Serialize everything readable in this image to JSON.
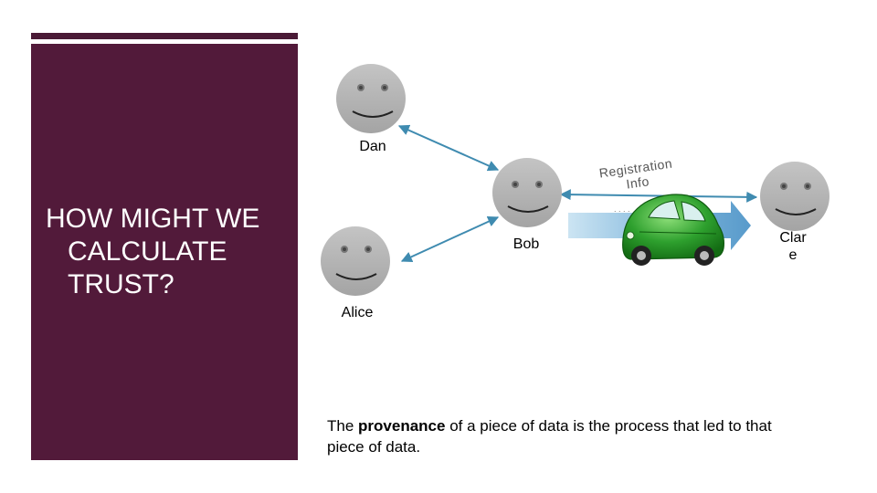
{
  "slide": {
    "title_lines": [
      "HOW MIGHT WE",
      "CALCULATE",
      "TRUST?"
    ],
    "accent_color": "#521a3a"
  },
  "diagram": {
    "people": {
      "dan": "Dan",
      "bob": "Bob",
      "alice": "Alice",
      "clare_line1": "Clar",
      "clare_line2": "e"
    },
    "registration_info": {
      "line1": "Registration",
      "line2": "Info"
    },
    "connector_color": "#3f8bb0",
    "arrow_color": "#4f95c8",
    "car_color": "#2ea02e"
  },
  "caption": {
    "prefix": "The ",
    "emphasis": "provenance",
    "suffix": " of a piece of data is the process that led to that piece of data."
  }
}
